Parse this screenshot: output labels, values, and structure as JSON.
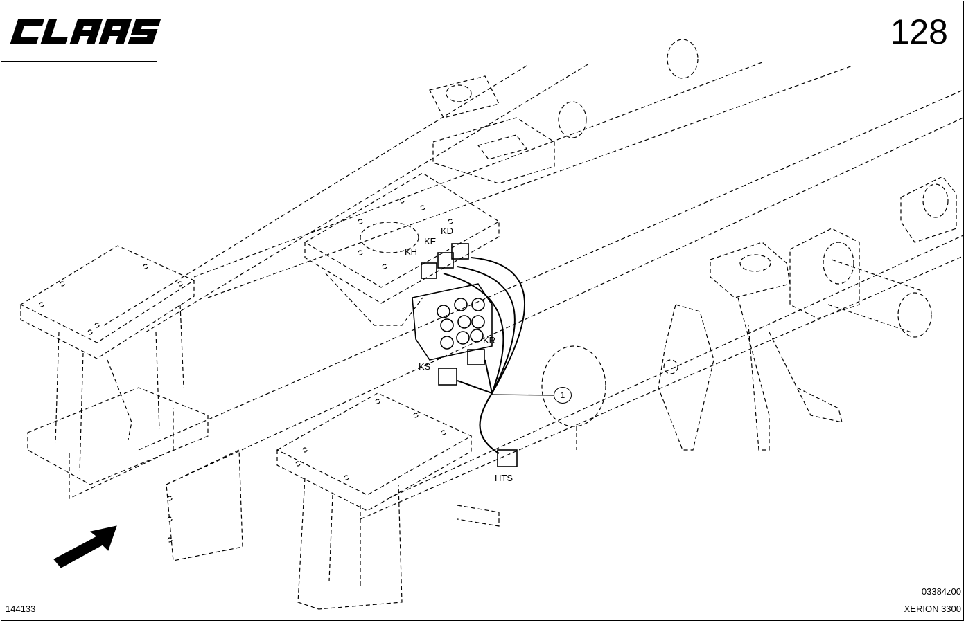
{
  "header": {
    "brand_logo": "CLAAS",
    "page_number": "128"
  },
  "drawing": {
    "labels": {
      "kd": "KD",
      "ke": "KE",
      "kh": "KH",
      "kr": "KR",
      "ks": "KS",
      "hts": "HTS"
    },
    "callout_number": "1",
    "direction_icon": "arrow-icon"
  },
  "footer": {
    "sheet_id": "144133",
    "drawing_number": "03384z00",
    "model": "XERION 3300"
  },
  "colors": {
    "line": "#000000",
    "background": "#ffffff"
  }
}
